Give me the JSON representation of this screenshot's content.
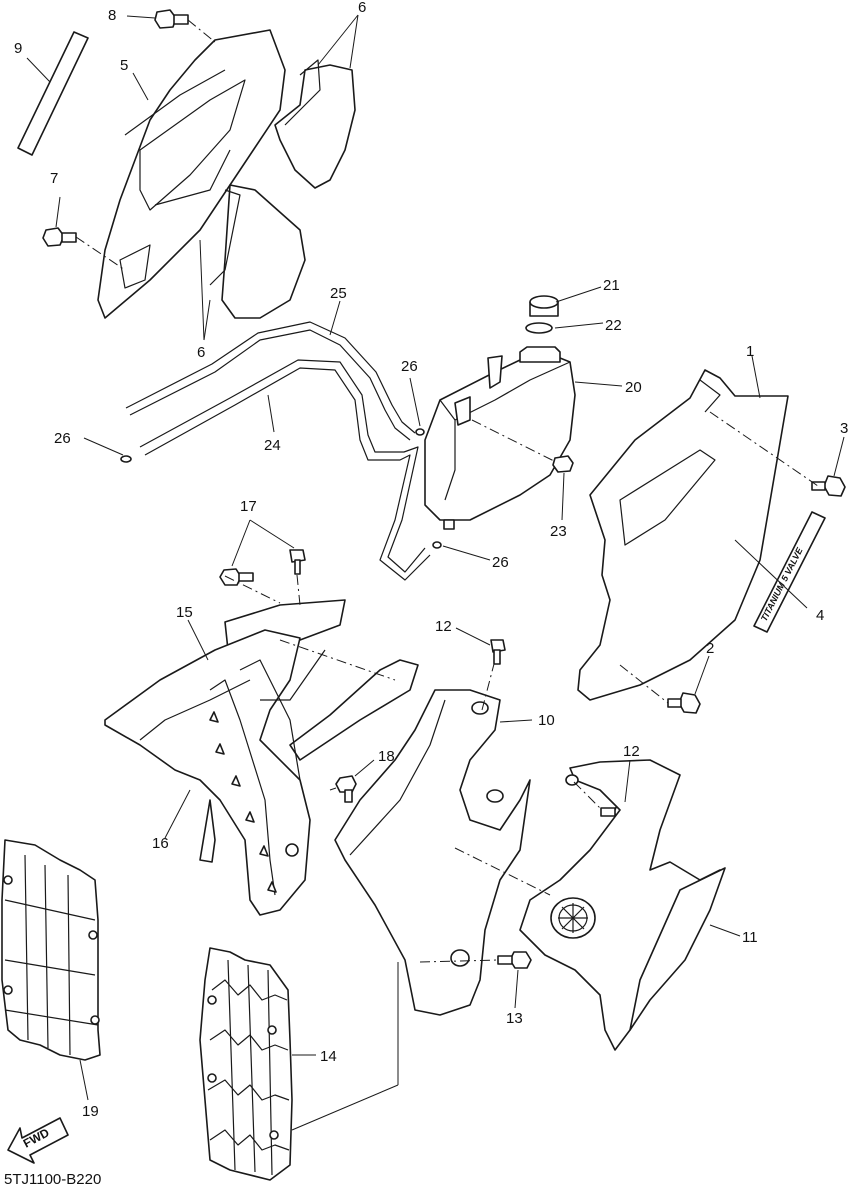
{
  "diagram_code": "5TJ1100-B220",
  "direction_label": "FWD",
  "decal_text": "TITANIUM 5 VALVE",
  "callouts": {
    "c1": "1",
    "c2": "2",
    "c3": "3",
    "c4": "4",
    "c5": "5",
    "c6a": "6",
    "c6b": "6",
    "c7": "7",
    "c8": "8",
    "c9": "9",
    "c10": "10",
    "c11": "11",
    "c12a": "12",
    "c12b": "12",
    "c13": "13",
    "c14": "14",
    "c15": "15",
    "c16": "16",
    "c17": "17",
    "c18": "18",
    "c19": "19",
    "c20": "20",
    "c21": "21",
    "c22": "22",
    "c23": "23",
    "c24": "24",
    "c25": "25",
    "c26a": "26",
    "c26b": "26",
    "c26c": "26"
  }
}
